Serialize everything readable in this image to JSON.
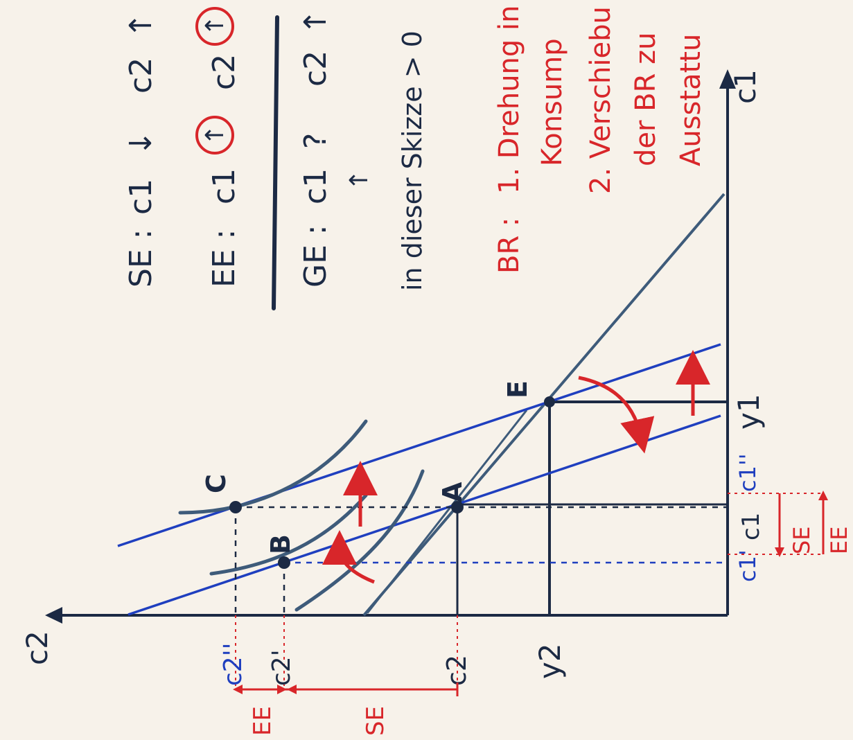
{
  "colors": {
    "paper": "#f7f2ea",
    "ink_dark": "#1c2a44",
    "ink_blue": "#1f3fbf",
    "ink_red": "#d8262a",
    "grey_line": "#3e5b7a"
  },
  "axes": {
    "horizontal_axis_label": "c2",
    "vertical_axis_label": "c1"
  },
  "points": {
    "A": "A",
    "B": "B",
    "C": "C",
    "E": "E"
  },
  "left_labels": {
    "c2_double": "c2''",
    "c2_single": "c2'",
    "c2": "c2",
    "y2": "y2"
  },
  "bottom_labels": {
    "c1_double": "c1''",
    "c1": "c1",
    "c1_single": "c1'",
    "y1": "y1"
  },
  "brackets": {
    "SE": "SE",
    "EE": "EE"
  },
  "notes": {
    "se": {
      "label": "SE :",
      "c1": "c1",
      "c1_dir": "↓",
      "c2": "c2",
      "c2_dir": "↑"
    },
    "ee": {
      "label": "EE :",
      "c1": "c1",
      "c1_dir": "↑",
      "c2": "c2",
      "c2_dir": "↑"
    },
    "ge": {
      "label": "GE :",
      "c1": "c1",
      "c1_dir": "?",
      "c2": "c2",
      "c2_dir": "↑",
      "arrow": "↑"
    },
    "sketch": "in dieser Skizze > 0"
  },
  "br": {
    "label": "BR :",
    "line1": "1. Drehung in",
    "line2": "Konsump",
    "line3": "2. Verschiebu",
    "line4": "der BR zu",
    "line5": "Ausstattu"
  }
}
